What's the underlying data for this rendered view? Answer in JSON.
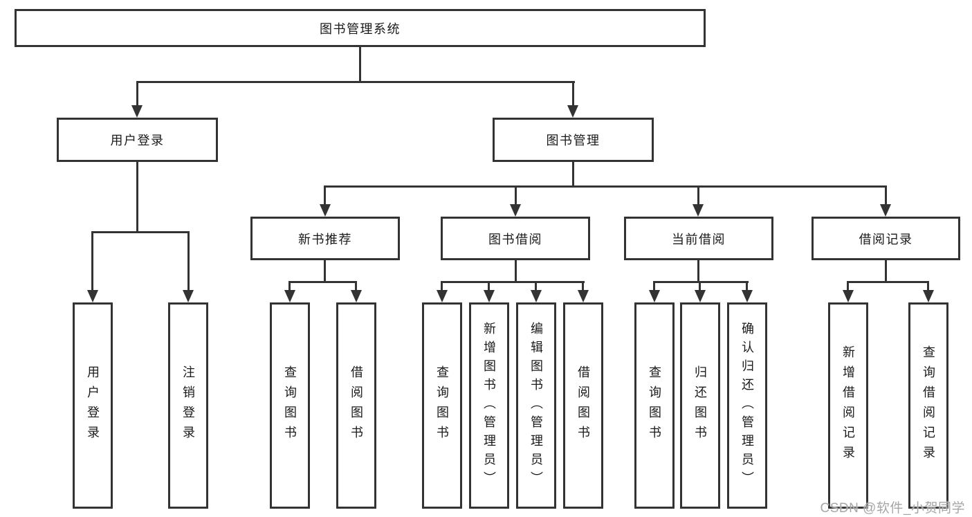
{
  "diagram": {
    "root_label": "图书管理系统",
    "user_login": {
      "label": "用户登录",
      "children": [
        "用户登录",
        "注销登录"
      ]
    },
    "book_mgmt": {
      "label": "图书管理",
      "sections": [
        {
          "label": "新书推荐",
          "children": [
            "查询图书",
            "借阅图书"
          ]
        },
        {
          "label": "图书借阅",
          "children": [
            "查询图书",
            "新增图书（管理员）",
            "编辑图书（管理员）",
            "借阅图书"
          ]
        },
        {
          "label": "当前借阅",
          "children": [
            "查询图书",
            "归还图书",
            "确认归还（管理员）"
          ]
        },
        {
          "label": "借阅记录",
          "children": [
            "新增借阅记录",
            "查询借阅记录"
          ]
        }
      ]
    },
    "colors": {
      "line": "#333333",
      "text": "#1a1a1a",
      "background": "#ffffff",
      "watermark_gray": "#a6a6a6"
    }
  },
  "watermark": {
    "text": "CSDN @软件_小贺同学"
  }
}
